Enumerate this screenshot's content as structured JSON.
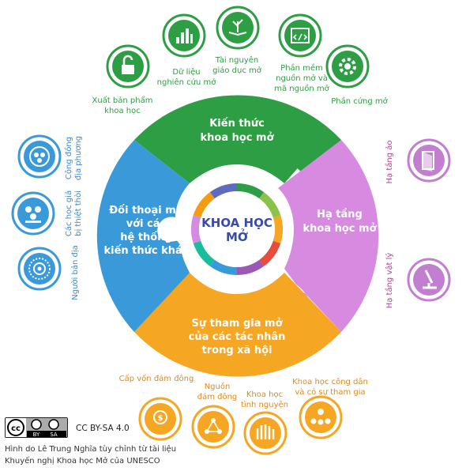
{
  "center": {
    "line1": "KHOA HỌC",
    "line2": "MỞ"
  },
  "pieces": {
    "green": {
      "lines": [
        "Kiến thức",
        "khoa học mở"
      ],
      "color": "#2e9e44"
    },
    "purple": {
      "lines": [
        "Hạ tầng",
        "khoa học mở"
      ],
      "color": "#d68be0"
    },
    "orange": {
      "lines": [
        "Sự tham gia mở",
        "của các tác nhân",
        "trong xã hội"
      ],
      "color": "#f5a623"
    },
    "blue": {
      "lines": [
        "Đối thoại mở",
        "với các",
        "hệ thống",
        "kiến thức khác"
      ],
      "color": "#3a9ad9"
    }
  },
  "green_items": [
    {
      "lines": [
        "Xuất bản phẩm",
        "khoa học"
      ],
      "icon": "padlock-icon"
    },
    {
      "lines": [
        "Dữ liệu",
        "nghiên cứu mở"
      ],
      "icon": "data-chart-icon"
    },
    {
      "lines": [
        "Tài nguyên",
        "giáo dục mở"
      ],
      "icon": "book-plant-icon"
    },
    {
      "lines": [
        "Phần mềm",
        "nguồn mở và",
        "mã nguồn mở"
      ],
      "icon": "code-window-icon"
    },
    {
      "lines": [
        "Phần cứng mở"
      ],
      "icon": "gear-icon"
    }
  ],
  "purple_items": [
    {
      "label": "Hạ tầng ảo",
      "icon": "door-icon"
    },
    {
      "label": "Hạ tầng vật lý",
      "icon": "microscope-icon"
    }
  ],
  "orange_items": [
    {
      "label": "Cấp vốn đám đông",
      "icon": "money-people-icon"
    },
    {
      "lines": [
        "Nguồn",
        "đám đông"
      ],
      "icon": "network-icon"
    },
    {
      "lines": [
        "Khoa học",
        "tình nguyện"
      ],
      "icon": "hands-icon"
    },
    {
      "lines": [
        "Khoa học công dân",
        "và cỏ sự tham gia"
      ],
      "icon": "audience-icon"
    }
  ],
  "blue_items": [
    {
      "lines": [
        "Cộng đồng",
        "địa phương"
      ],
      "icon": "community-icon"
    },
    {
      "lines": [
        "Các học giả",
        "bị thiệt thòi"
      ],
      "icon": "scholars-icon"
    },
    {
      "label": "Người bản địa",
      "icon": "indigenous-pattern-icon"
    }
  ],
  "footer": {
    "license": "CC BY-SA 4.0",
    "badge": {
      "by": "BY",
      "sa": "SA"
    },
    "line1": "Hình do Lê Trung Nghĩa tùy chỉnh từ tài liệu",
    "line2": "Khuyến nghị Khoa học Mở của UNESCO"
  },
  "colors": {
    "green": "#2e9e44",
    "purple": "#d68be0",
    "orange": "#f5a623",
    "blue": "#3a9ad9",
    "center_text": "#3a4aa8"
  }
}
